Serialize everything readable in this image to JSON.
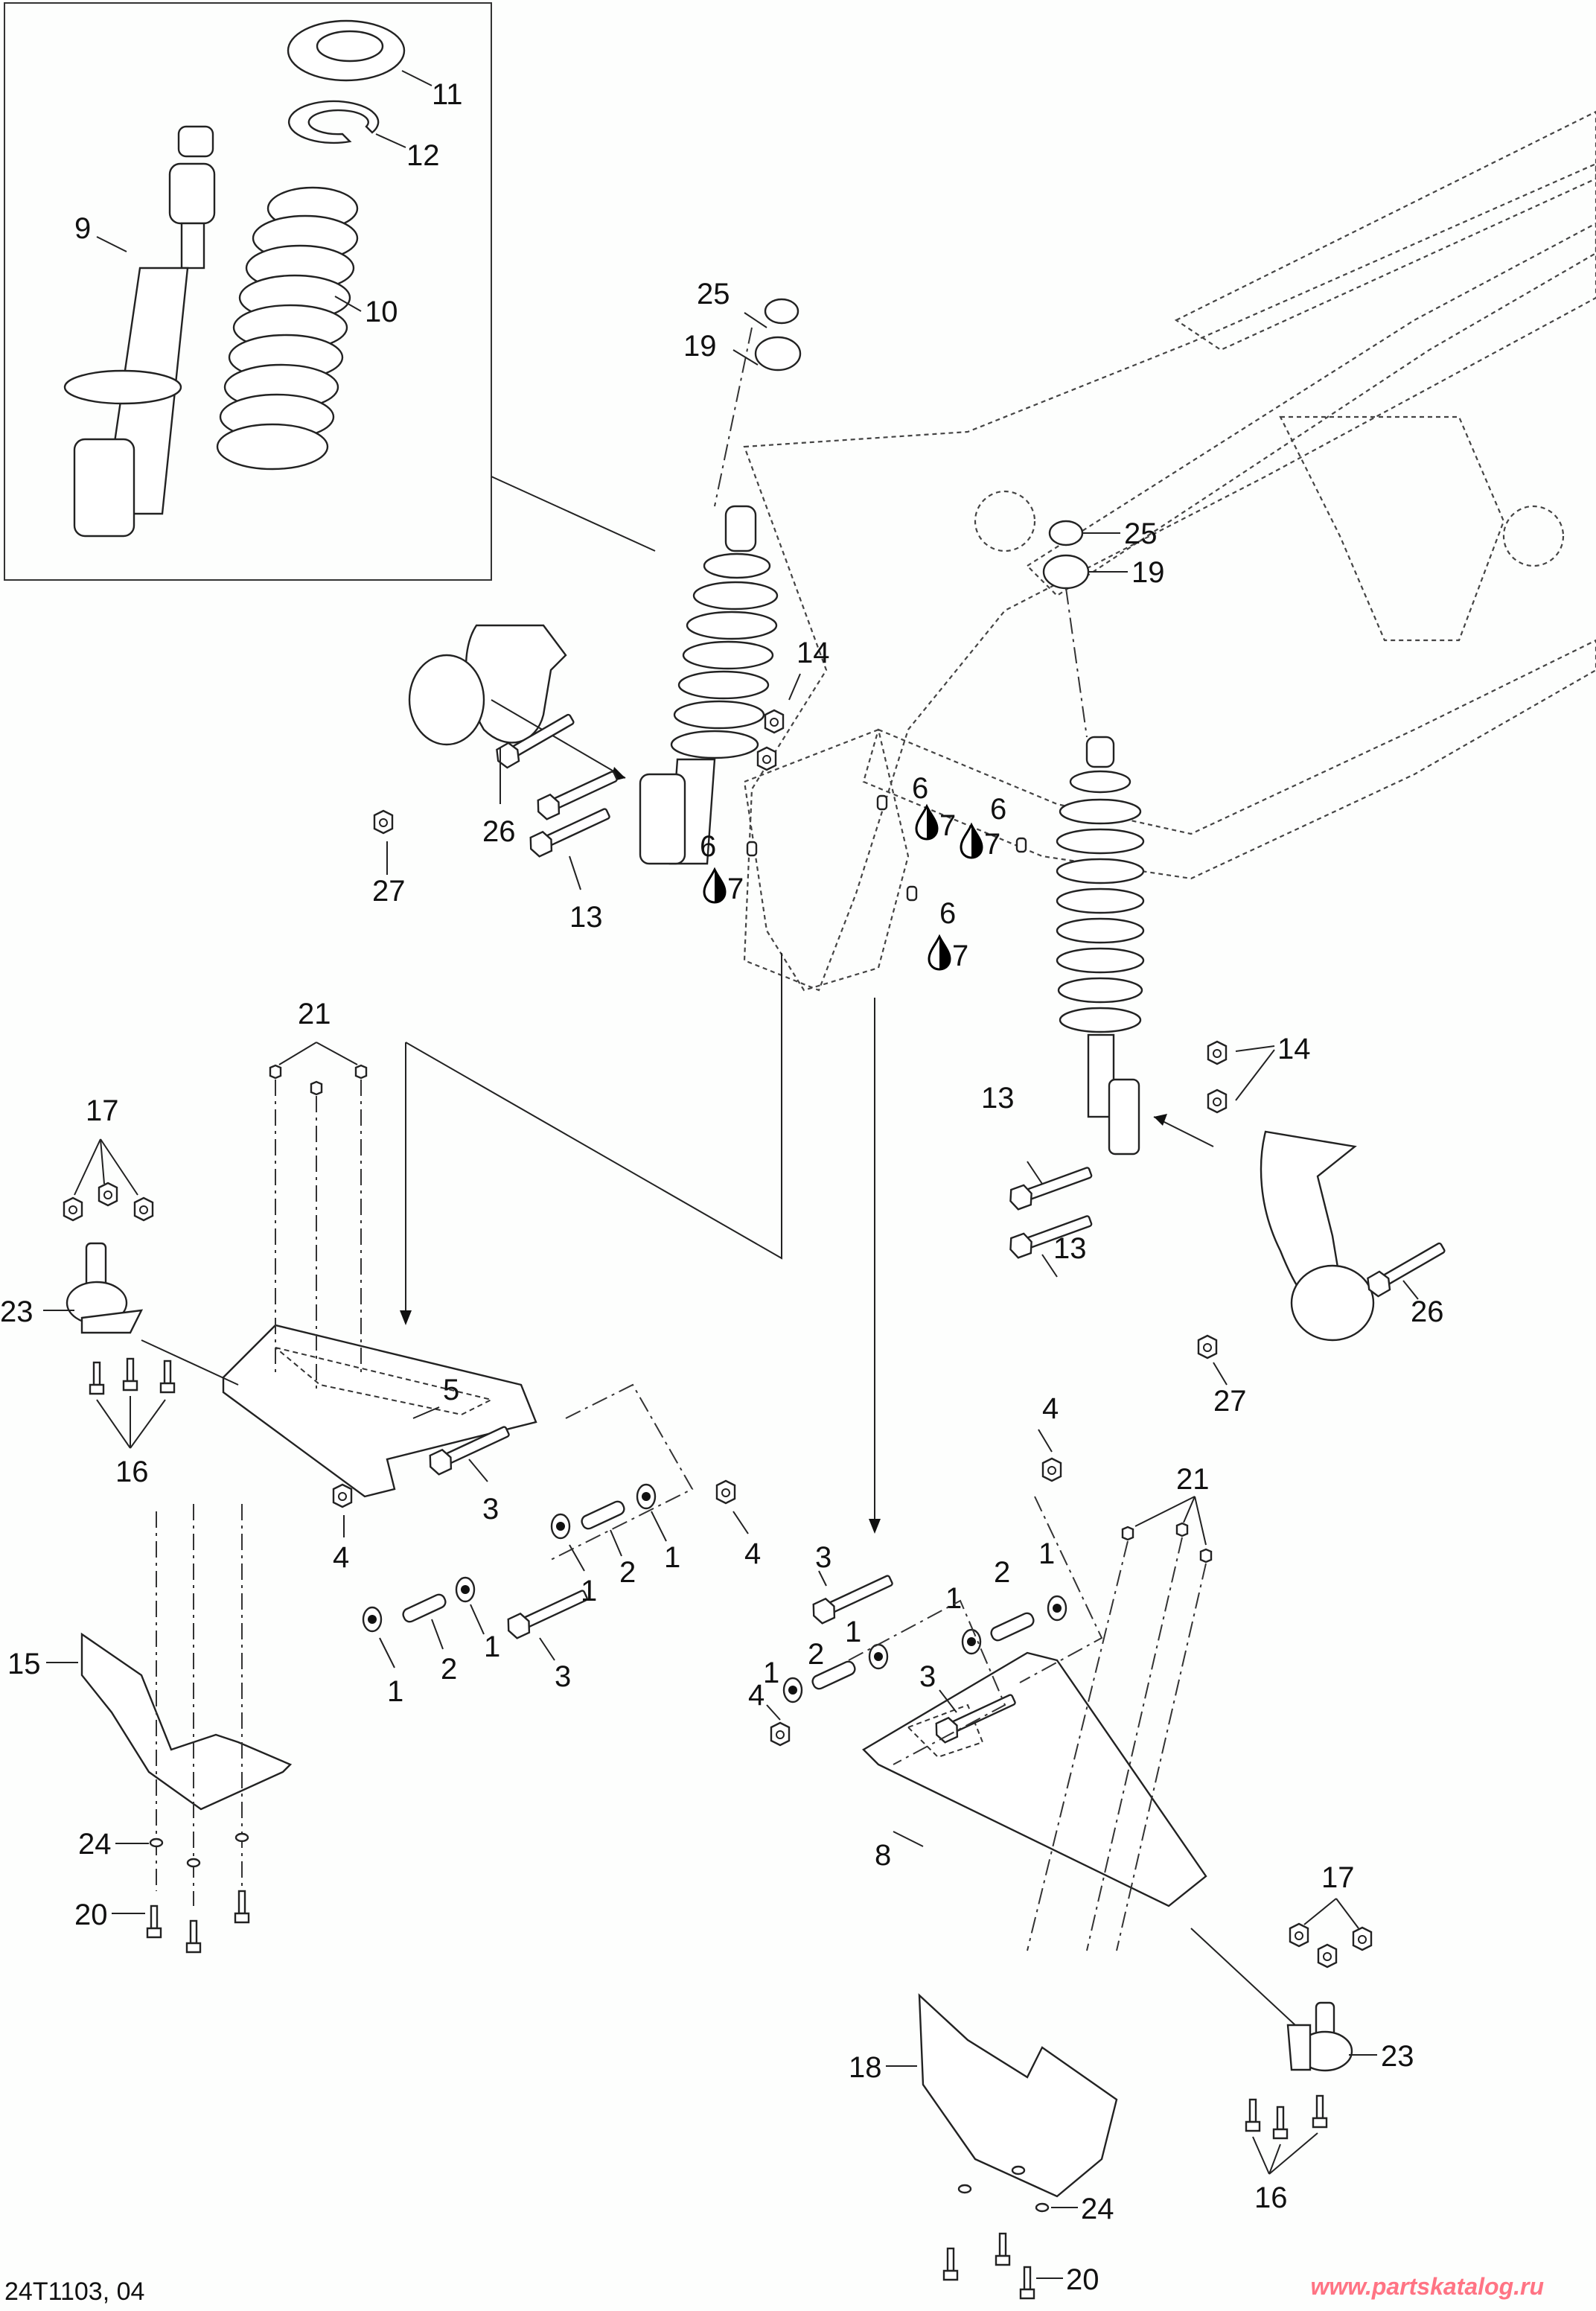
{
  "diagram": {
    "title_code": "24T1103, 04",
    "watermark": "www.partskatalog.ru",
    "watermark_color": "#ff7484",
    "lubricant_icon": "grease-drop-icon",
    "inset": {
      "labels": {
        "shock": "9",
        "spring": "10",
        "spring_seat": "11",
        "retainer": "12"
      }
    },
    "labels": {
      "retaining_ring_left": "25",
      "nut_left": "19",
      "retaining_ring_right": "25",
      "nut_right": "19",
      "shock_nut_left": "14",
      "shock_bolt_left": "13",
      "knuckle_bolt_left": "26",
      "knuckle_nut_left": "27",
      "grease_fitting_a": "6",
      "grease_a": "7",
      "grease_fitting_b": "6",
      "grease_b": "7",
      "grease_fitting_c": "6",
      "grease_c": "7",
      "grease_fitting_d": "6",
      "grease_d": "7",
      "shock_nuts_right": "14",
      "shock_bolt_right_a": "13",
      "shock_bolt_right_b": "13",
      "knuckle_bolt_right": "26",
      "knuckle_nut_right": "27",
      "nuts_21_left": "21",
      "nuts_17_left": "17",
      "ball_joint_left": "23",
      "screws_16_left": "16",
      "a_arm_left": "5",
      "bolt_3_left_a": "3",
      "bolt_3_left_b": "3",
      "bushing_1_la": "1",
      "bushing_1_lb": "1",
      "bushing_1_lc": "1",
      "bushing_1_ld": "1",
      "sleeve_2_la": "2",
      "sleeve_2_lb": "2",
      "nut_4_la": "4",
      "nut_4_lb": "4",
      "skid_plate_left": "15",
      "washer_24_left": "24",
      "screw_20_left": "20",
      "nut_4_ra": "4",
      "nut_4_rb": "4",
      "bolt_3_ra": "3",
      "bolt_3_rb": "3",
      "bushing_1_ra": "1",
      "bushing_1_rb": "1",
      "bushing_1_rc": "1",
      "bushing_1_rd": "1",
      "sleeve_2_ra": "2",
      "sleeve_2_rb": "2",
      "nuts_21_right": "21",
      "a_arm_right": "8",
      "nuts_17_right": "17",
      "ball_joint_right": "23",
      "screws_16_right": "16",
      "skid_plate_right": "18",
      "washer_24_right": "24",
      "screw_20_right": "20"
    }
  }
}
